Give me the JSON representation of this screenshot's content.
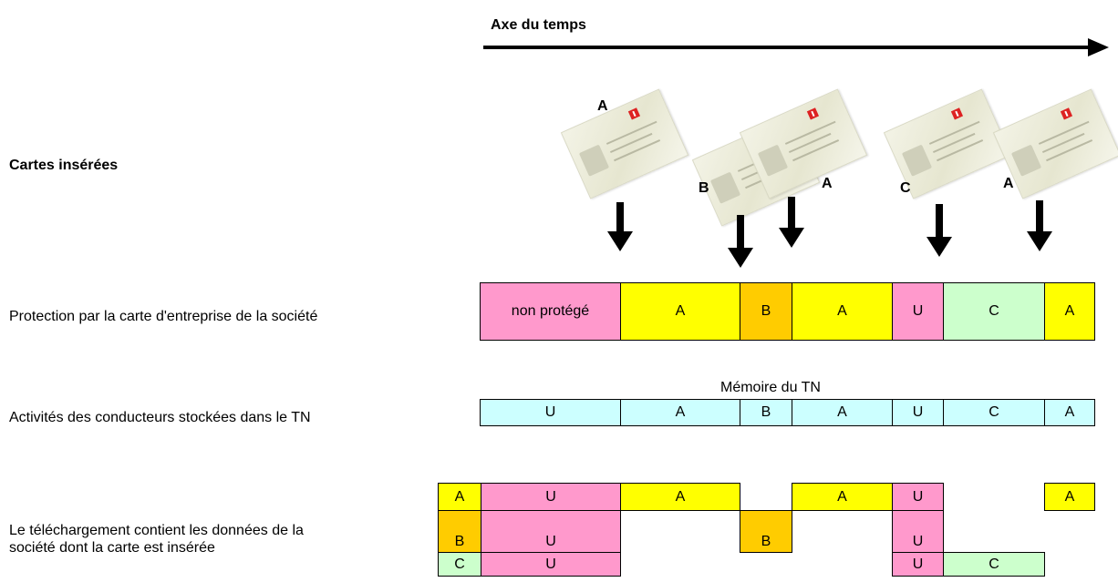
{
  "axis": {
    "label": "Axe du temps"
  },
  "row_labels": {
    "cards": "Cartes insérées",
    "protection": "Protection par la carte d'entreprise de la société",
    "activities": "Activités des conducteurs stockées dans le TN",
    "download_line1": "Le téléchargement contient les données de la",
    "download_line2": "société dont la carte est insérée"
  },
  "cards": [
    {
      "letter": "A"
    },
    {
      "letter": "B"
    },
    {
      "letter": "A"
    },
    {
      "letter": "C"
    },
    {
      "letter": "A"
    }
  ],
  "protection_segments": [
    "non protégé",
    "A",
    "B",
    "A",
    "U",
    "C",
    "A"
  ],
  "memory": {
    "title": "Mémoire du TN",
    "segments": [
      "U",
      "A",
      "B",
      "A",
      "U",
      "C",
      "A"
    ]
  },
  "download": {
    "row_a": [
      "A",
      "U",
      "A",
      "A",
      "U",
      "A"
    ],
    "row_b": [
      "B",
      "U",
      "B",
      "U"
    ],
    "row_c": [
      "C",
      "U",
      "U",
      "C"
    ]
  },
  "colors": {
    "yellow": "#ffff00",
    "orange": "#ffcc00",
    "pink": "#ff99cc",
    "light_green": "#ccffcc",
    "light_cyan": "#ccffff"
  }
}
